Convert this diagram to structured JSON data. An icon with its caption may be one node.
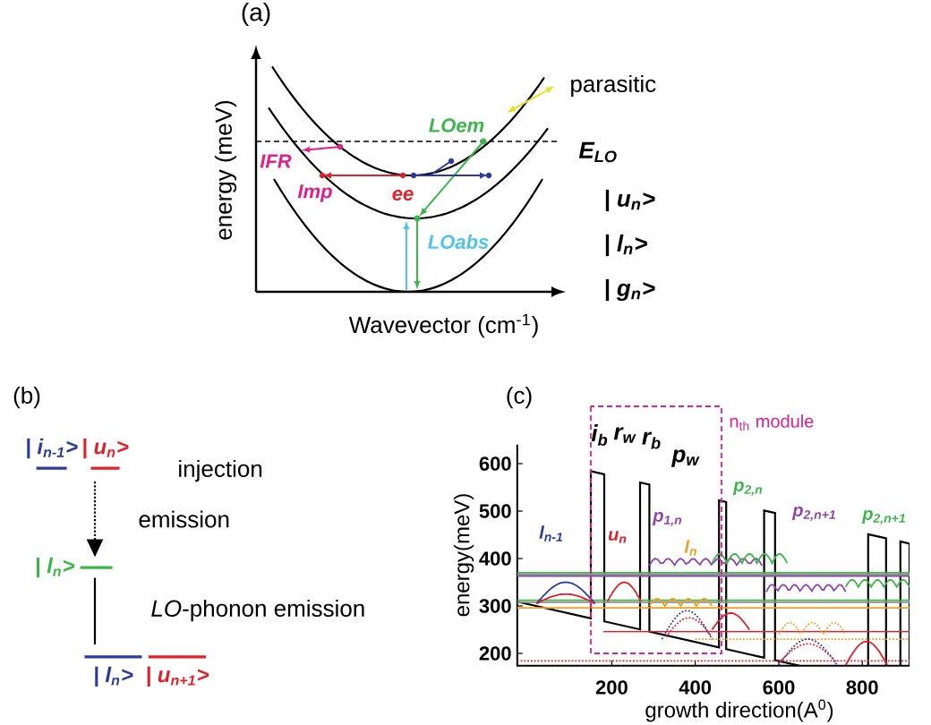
{
  "diagram": {
    "nodes": [
      {
        "text": [
          "| i$_{n-1}$>",
          "| u$_{n}$>"
        ],
        "beside": [
          "injection"
        ]
      },
      {
        "text": [
          "| l$_{n}$>"
        ]
      },
      {
        "text": [
          "| l$_{n}$>",
          "| u$_{n+1}$>"
        ]
      }
    ],
    "edges": [
      {
        "from": 0,
        "to": 1,
        "arrow": "to",
        "style": "dashed",
        "label": "emission"
      },
      {
        "from": 1,
        "to": 2,
        "arrow": "none",
        "label": "*LO*-phonon emission"
      }
    ],
    "labels": [
      "(a)",
      "parasitic",
      "LOem",
      "E$_{LO}$",
      "IFR",
      "Imp",
      "ee",
      "| u$_{n}$>",
      "LOabs",
      "| l$_{n}$>",
      "| g$_{n}$>",
      "energy (meV)",
      "Wavevector (cm$^{-1}$)",
      "(b)",
      "(c)",
      "i$_{b}$",
      "r$_{w}$",
      "r$_{b}$",
      "p$_{w}$",
      "n$_{th}$ module",
      "600",
      "500",
      "l$_{n-1}$",
      "u$_{n}$",
      "p$_{1,n}$",
      "l$_{n}$",
      "p$_{2,n}$",
      "p$_{2,n+1}$",
      "p$_{2,n+1}$",
      "400",
      "300",
      "200",
      "energy(meV)",
      "200",
      "400",
      "600",
      "800",
      "growth direction(A$^{0}$)"
    ]
  }
}
